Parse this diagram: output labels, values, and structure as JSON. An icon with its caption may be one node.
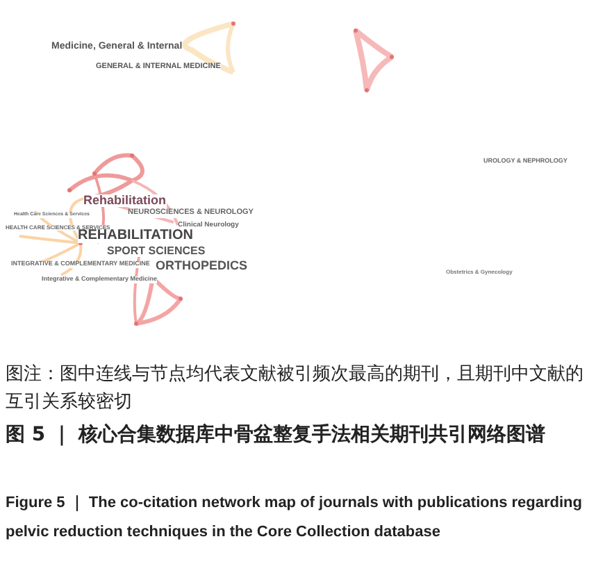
{
  "diagram": {
    "caption": "图 5 ｜ 核心合集数据库中骨盆整复手法相关期刊共引网络图谱",
    "labels": [
      "Medicine, General & Internal",
      "GENERAL & INTERNAL MEDICINE",
      "UROLOGY & NEPHROLOGY",
      "Rehabilitation",
      "NEUROSCIENCES & NEUROLOGY",
      "Health Care Sciences & Services",
      "Clinical Neurology",
      "HEALTH CARE SCIENCES & SERVICES",
      "REHABILITATION",
      "SPORT SCIENCES",
      "ORTHOPEDICS",
      "Obstetrics & Gynecology",
      "INTEGRATIVE & COMPLEMENTARY MEDICINE",
      "Integrative & Complementary Medicine",
      "图注：图中连线与节点均代表文献被引频次最高的期刊，且期刊中文献的互引关系较密切",
      "Figure 5 ｜ The co-citation network map of journals with publications regarding pelvic reduction techniques in the Core Collection database"
    ]
  }
}
